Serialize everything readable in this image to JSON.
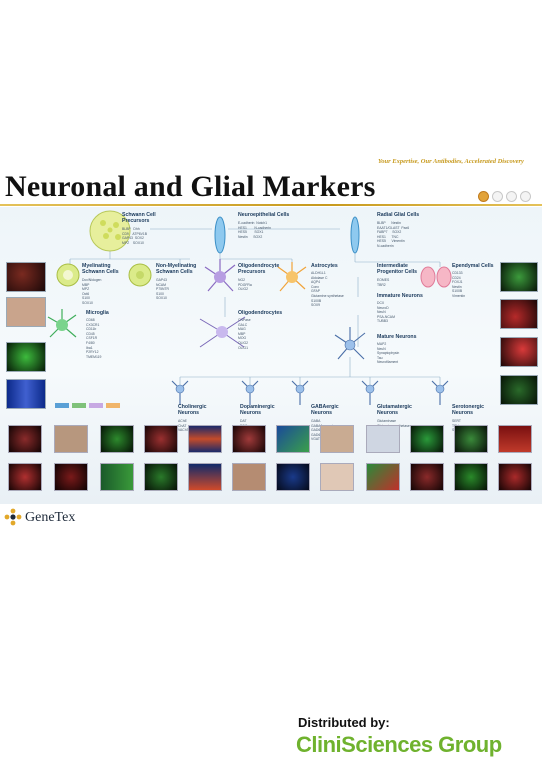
{
  "header": {
    "tagline": "Your Expertise, Our Antibodies, Accelerated Discovery",
    "title": "Neuronal and Glial Markers"
  },
  "poster": {
    "cells": [
      {
        "label": "Schwann Cell\nPrecursors",
        "markers": "BLBP   Dhh\nCD9    ATP6V1B\nGAP43  SOX2\nMPZ    SOX10"
      },
      {
        "label": "Neuroepithelial Cells",
        "markers": "E-cadherin  Notch1\nHES1        N-cadherin\nHES5        SOX1\nNestin      SOX2"
      },
      {
        "label": "Radial Glial Cells",
        "markers": "BLBP      Nestin\nEAAT1/GLAST  Pax6\nFABP7     SOX2\nHES1      TNC\nHES5      Vimentin\nN-cadherin"
      },
      {
        "label": "Myelinating\nSchwann Cells",
        "markers": "Dcx/Nidogen\nMBP\nMPZ\nOct6\nS100\nSOX10"
      },
      {
        "label": "Non-Myelinating\nSchwann Cells",
        "markers": "GAP43\nNCAM\nP75NTR\nS100\nSOX10"
      },
      {
        "label": "Oligodendrocyte\nPrecursors",
        "markers": "NG2\nPDGFRa\nOLIG2"
      },
      {
        "label": "Astrocytes",
        "markers": "ALDH1L1\nAldolase C\nAQP4\nConx\nGFAP\nGlutamine synthetase\nS100B\nSOX9"
      },
      {
        "label": "Intermediate\nProgenitor Cells",
        "markers": "EOMES\nTBR2"
      },
      {
        "label": "Ependymal Cells",
        "markers": "CD133\nCD24\nFOXJ1\nNestin\nS100B\nVimentin"
      },
      {
        "label": "Microglia",
        "markers": "CD68\nCX3CR1\nCD11b\nCD45\nCSF1R\nF4/80\nIba1\nP2RY12\nTMEM119"
      },
      {
        "label": "Oligodendrocytes",
        "markers": "CNPase\nGALC\nMAG\nMBP\nMOG\nOLIG2\nOLIG1"
      },
      {
        "label": "Immature Neurons",
        "markers": "DCX\nNeuroD\nNeuN\nPSA-NCAM\nTUBB3"
      },
      {
        "label": "Mature Neurons",
        "markers": "MAP2\nNeuN\nSynaptophysin\nTau\nNeurofilament"
      },
      {
        "label": "Cholinergic\nNeurons",
        "markers": "AChE\nChAT\nVAChT"
      },
      {
        "label": "Dopaminergic\nNeurons",
        "markers": "DAT\nDDC\nNURR1\nTH\nGIRK2"
      },
      {
        "label": "GABAergic\nNeurons",
        "markers": "GABA\nGABAA receptor\nGAD65\nGAD67\nVGAT"
      },
      {
        "label": "Glutamatergic\nNeurons",
        "markers": "Glutaminase\nGlutamine synthetase\nVGLUT1\nVGLUT2\nNMDAR1\nNMDAR2B"
      },
      {
        "label": "Serotonergic\nNeurons",
        "markers": "SERT\nTPH\nSerotonin receptors"
      }
    ]
  },
  "footer": {
    "genetex": "GeneTex",
    "distributed_by": "Distributed by:",
    "distributor": "CliniSciences Group"
  },
  "colors": {
    "tagline": "#c79a1e",
    "title": "#111111",
    "distributor": "#6fb22e",
    "cell_label": "#1b3a5c"
  },
  "icons": [
    "genetex-logo-icon",
    "hand-icon",
    "neuron-icon",
    "circle-icon"
  ]
}
